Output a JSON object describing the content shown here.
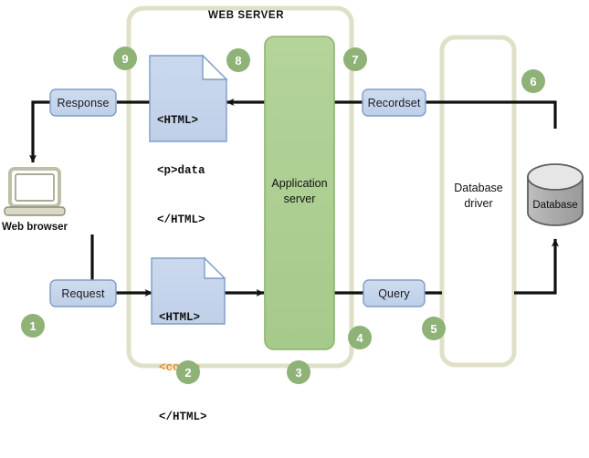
{
  "diagram": {
    "title": "WEB SERVER",
    "web_browser_caption": "Web browser",
    "app_server": {
      "line1": "Application",
      "line2": "server"
    },
    "db_driver": {
      "line1": "Database",
      "line2": "driver"
    },
    "database_label": "Database",
    "response_label": "Response",
    "request_label": "Request",
    "recordset_label": "Recordset",
    "query_label": "Query",
    "doc_response": {
      "line1": "<HTML>",
      "line2": "<p>data",
      "line3": "</HTML>"
    },
    "doc_request": {
      "line1": "<HTML>",
      "line2": "<code>",
      "line3": "</HTML>"
    },
    "steps": [
      {
        "n": "1"
      },
      {
        "n": "2"
      },
      {
        "n": "3"
      },
      {
        "n": "4"
      },
      {
        "n": "5"
      },
      {
        "n": "6"
      },
      {
        "n": "7"
      },
      {
        "n": "8"
      },
      {
        "n": "9"
      }
    ],
    "colors": {
      "container_border": "#E0E0C8",
      "app_server_fill": "#AED093",
      "app_server_stroke": "#8CB472",
      "pill_fill": "#C6D6EC",
      "pill_stroke": "#7E9CC6",
      "doc_fill": "#C6D6EC",
      "doc_stroke": "#7E9CC6",
      "step_circle": "#8FB277",
      "code_highlight": "#E8922A",
      "arrow": "#111111",
      "database_fill": "#B0B0B0",
      "database_top": "#E2E2E2",
      "browser_body": "#D6D6C4"
    }
  }
}
